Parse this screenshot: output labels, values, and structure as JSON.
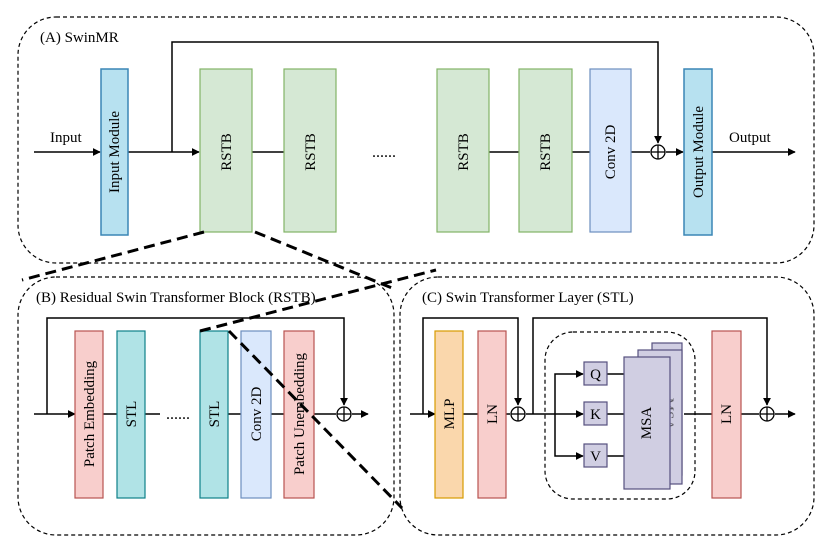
{
  "panels": {
    "a_title": "(A) SwinMR",
    "b_title": "(B) Residual Swin Transformer Block (RSTB)",
    "c_title": "(C) Swin Transformer Layer (STL)"
  },
  "swinmr": {
    "input_label": "Input",
    "output_label": "Output",
    "input_module": "Input Module",
    "rstb_1": "RSTB",
    "rstb_2": "RSTB",
    "ellipsis": "......",
    "rstb_3": "RSTB",
    "rstb_4": "RSTB",
    "conv": "Conv 2D",
    "output_module": "Output Module"
  },
  "rstb": {
    "patch_embedding": "Patch Embedding",
    "stl_1": "STL",
    "ellipsis": "......",
    "stl_2": "STL",
    "conv": "Conv 2D",
    "patch_unembedding": "Patch Unembedding"
  },
  "stl": {
    "mlp": "MLP",
    "ln_1": "LN",
    "q": "Q",
    "k": "K",
    "v": "V",
    "msa": "MSA",
    "msa_back": "MSA",
    "ln_2": "LN"
  },
  "colors": {
    "blue_fill": "#b7e1f0",
    "blue_stroke": "#3a86b5",
    "green_fill": "#d5e8d4",
    "green_stroke": "#82b366",
    "lightblue_fill": "#dae8fc",
    "lightblue_stroke": "#6c8ebf",
    "red_fill": "#f8cecc",
    "red_stroke": "#b85450",
    "teal_fill": "#b0e3e6",
    "teal_stroke": "#0e8088",
    "orange_fill": "#fad7ac",
    "orange_stroke": "#d79b00",
    "purple_fill": "#d0cee2",
    "purple_stroke": "#56517e"
  }
}
